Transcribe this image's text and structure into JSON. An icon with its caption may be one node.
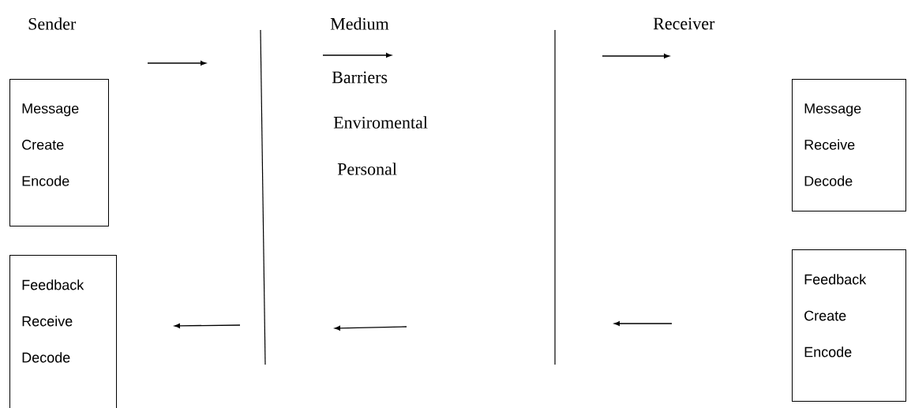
{
  "diagram": {
    "nodes": [
      {
        "text": [
          "Message",
          "Create",
          "Encode"
        ]
      },
      {
        "text": [
          "Message",
          "Receive",
          "Decode"
        ]
      },
      {
        "text": [
          "Feedback",
          "Receive",
          "Decode"
        ]
      },
      {
        "text": [
          "Feedback",
          "Create",
          "Encode"
        ]
      }
    ],
    "labels": [
      "Sender",
      "Medium",
      "Receiver",
      "Barriers",
      "Enviromental",
      "Personal"
    ]
  }
}
